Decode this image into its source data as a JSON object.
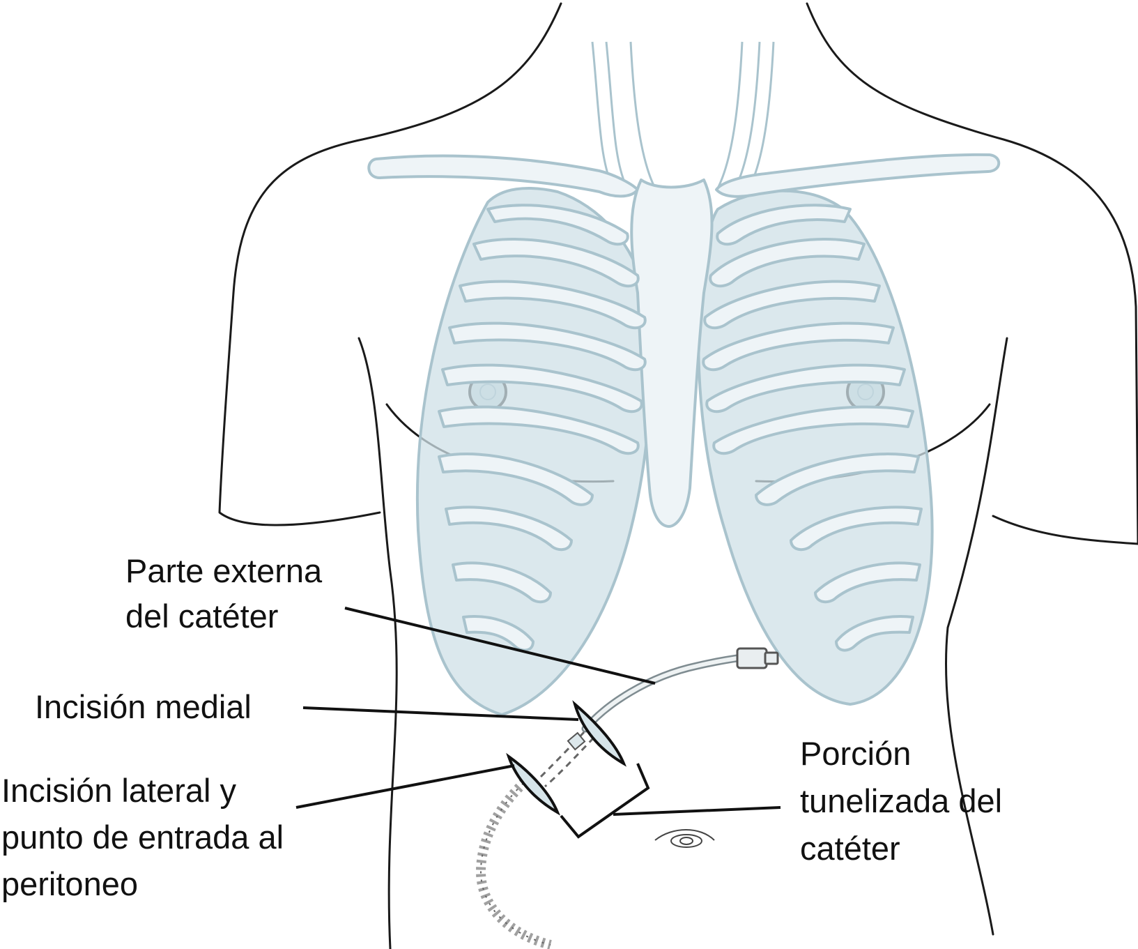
{
  "labels": {
    "external_part": [
      "Parte externa",
      "del catéter"
    ],
    "medial_incision": [
      "Incisión medial"
    ],
    "lateral_incision": [
      "Incisión lateral y",
      "punto de entrada al",
      "peritoneo"
    ],
    "tunneled_portion": [
      "Porción",
      "tunelizada del",
      "catéter"
    ]
  },
  "colors": {
    "outline": "#1a1a1a",
    "anatomy_stroke": "#a9c3cd",
    "anatomy_fill": "#cfe0e7",
    "text": "#111111"
  }
}
